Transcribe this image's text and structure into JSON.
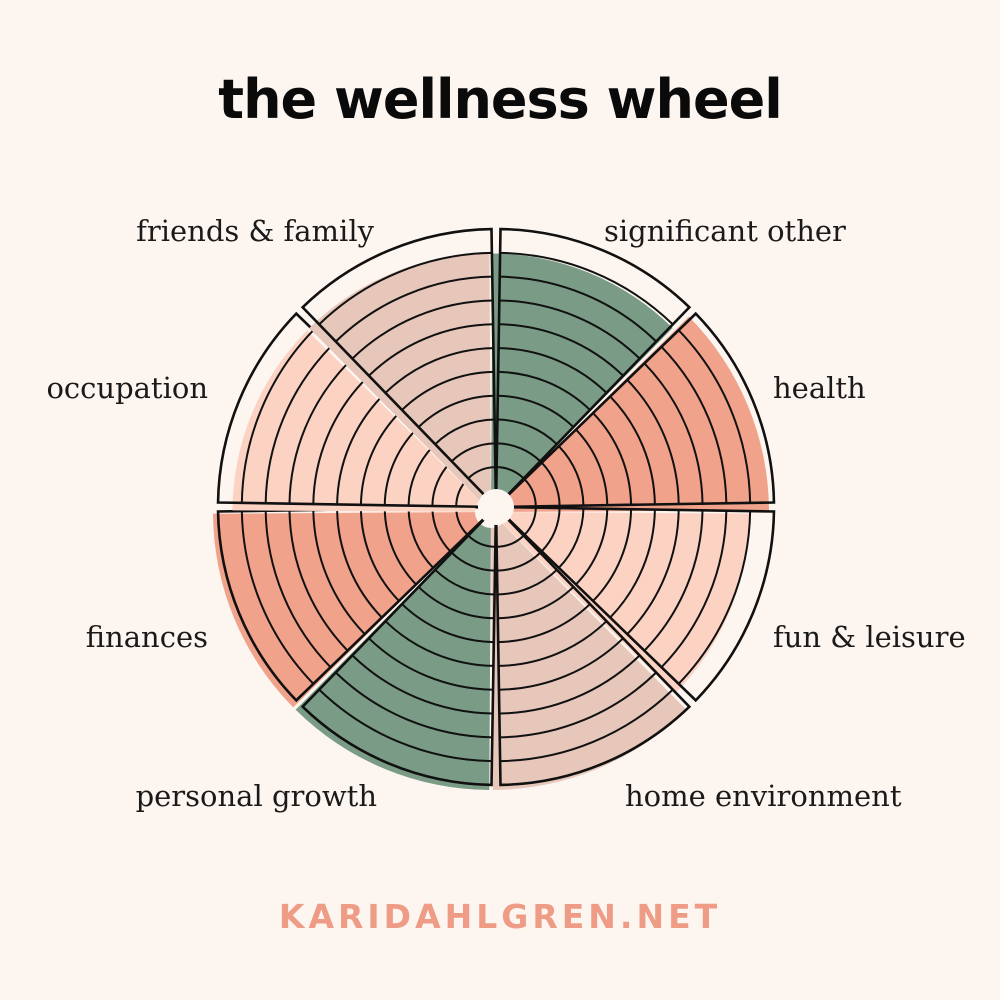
{
  "title": "the wellness wheel",
  "footer": "KARIDAHLGREN.NET",
  "colors": {
    "background": "#fdf5f0",
    "green": "#7a9c86",
    "mauve": "#e6c7ba",
    "peach": "#fcd3c3",
    "salmon": "#f0a28b",
    "outline": "#111111"
  },
  "wheel": {
    "rings": 11,
    "segments": [
      {
        "label": "significant other",
        "fill_level": 0.93,
        "color": "green"
      },
      {
        "label": "health",
        "fill_level": 1.0,
        "color": "salmon"
      },
      {
        "label": "fun & leisure",
        "fill_level": 0.93,
        "color": "peach"
      },
      {
        "label": "home environment",
        "fill_level": 1.0,
        "color": "mauve"
      },
      {
        "label": "personal growth",
        "fill_level": 1.0,
        "color": "green"
      },
      {
        "label": "finances",
        "fill_level": 1.0,
        "color": "salmon"
      },
      {
        "label": "occupation",
        "fill_level": 0.93,
        "color": "peach"
      },
      {
        "label": "friends & family",
        "fill_level": 0.93,
        "color": "mauve"
      }
    ]
  }
}
